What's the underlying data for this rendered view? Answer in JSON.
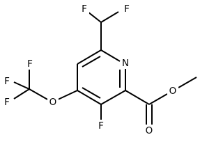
{
  "atoms": [
    {
      "id": "F_a",
      "symbol": "F"
    },
    {
      "id": "F_b",
      "symbol": "F"
    },
    {
      "id": "N1",
      "symbol": "N"
    },
    {
      "id": "F_c",
      "symbol": "F"
    },
    {
      "id": "F_d",
      "symbol": "F"
    },
    {
      "id": "F_e",
      "symbol": "F"
    },
    {
      "id": "O1",
      "symbol": "O"
    },
    {
      "id": "F_f",
      "symbol": "F"
    },
    {
      "id": "O2",
      "symbol": "O"
    },
    {
      "id": "O3",
      "symbol": "O"
    }
  ],
  "colors": {
    "bond": "#000000",
    "label": "#000000",
    "background": "#ffffff"
  }
}
